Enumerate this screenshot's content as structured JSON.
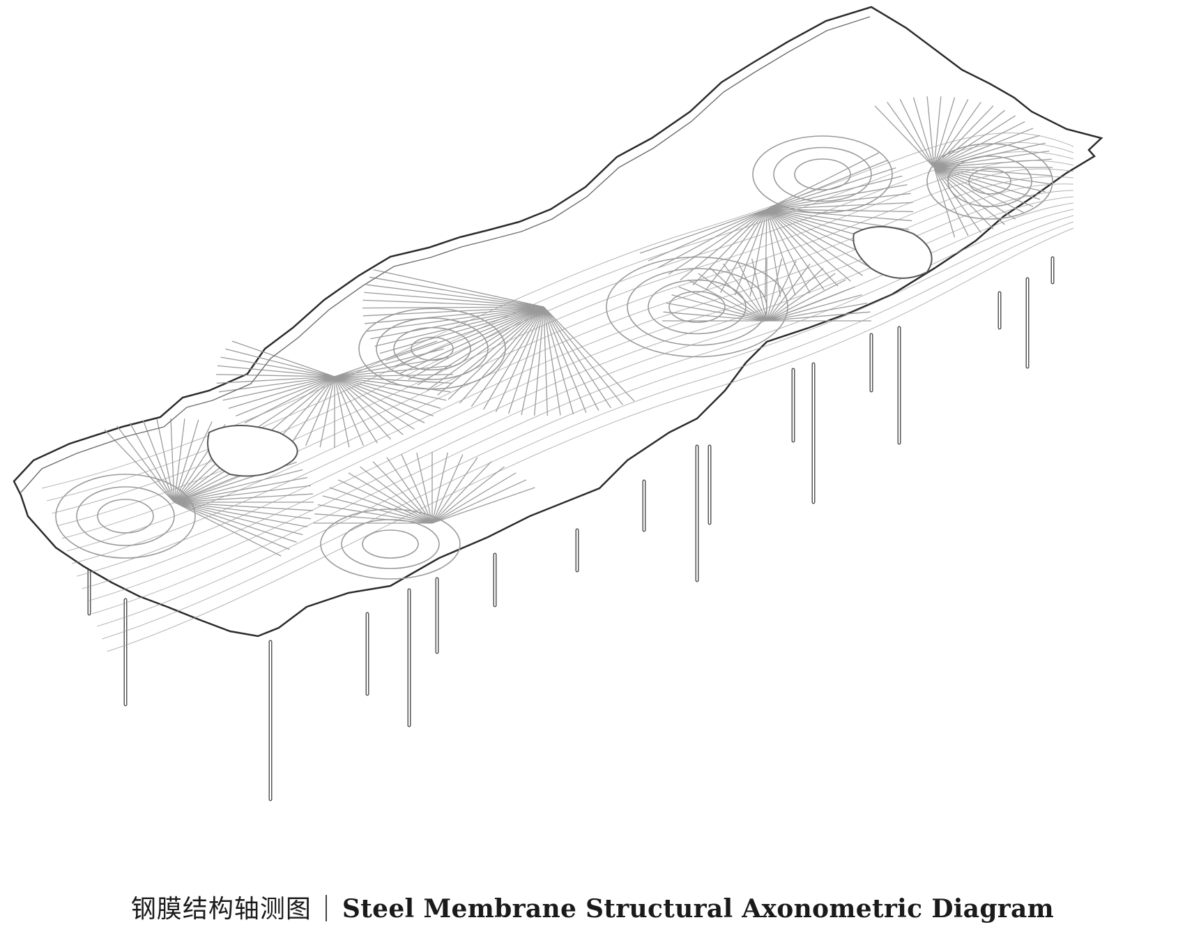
{
  "caption": {
    "chinese": "钢膜结构轴测图",
    "english": "Steel Membrane Structural Axonometric Diagram"
  },
  "colors": {
    "line": "#9a9a9a",
    "outline": "#2b2b2b",
    "column": "#555555",
    "background": "#ffffff"
  },
  "diagram": {
    "subject": "steel membrane roof structure",
    "view": "axonometric"
  }
}
